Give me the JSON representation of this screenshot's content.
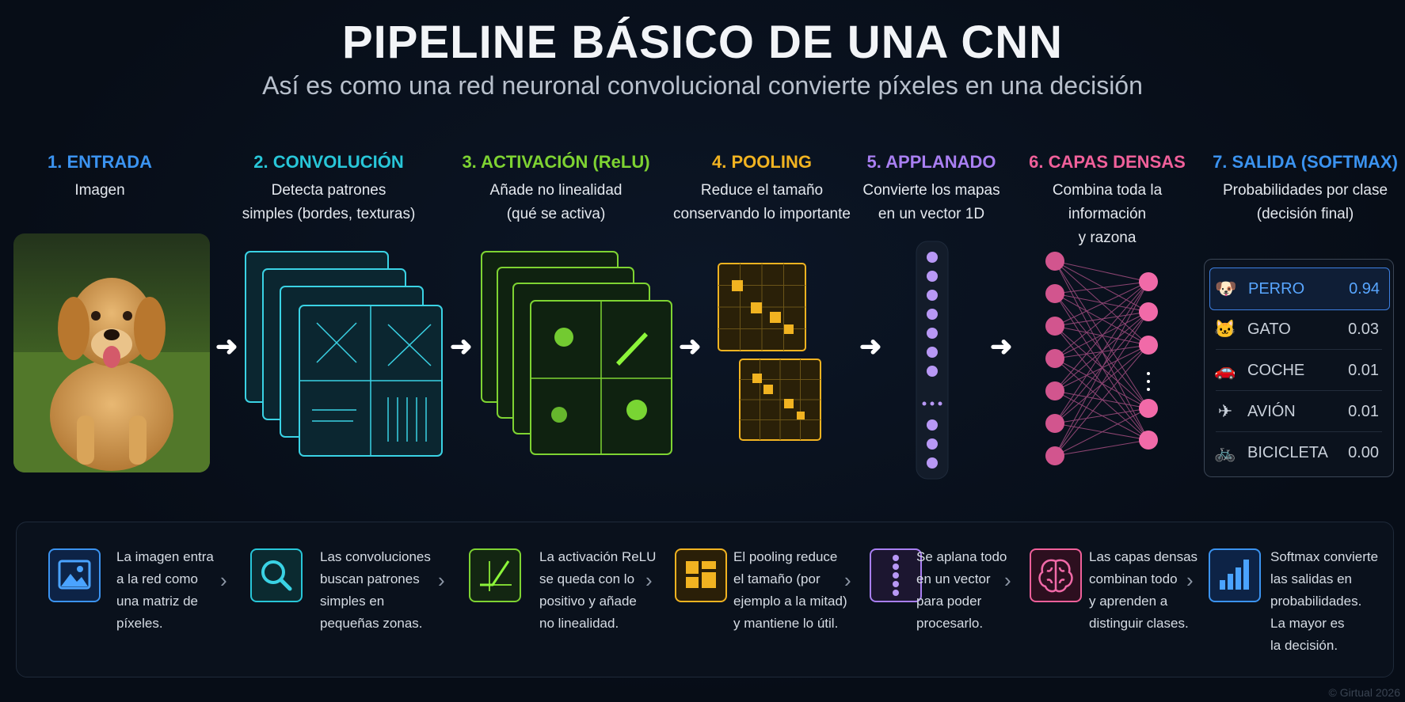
{
  "title": "PIPELINE BÁSICO DE UNA CNN",
  "subtitle": "Así es como una red neuronal convolucional convierte píxeles en una decisión",
  "stages": [
    {
      "title": "1. ENTRADA",
      "desc": "Imagen",
      "color": "#3b93f0"
    },
    {
      "title": "2. CONVOLUCIÓN",
      "desc": "Detecta patrones\nsimples (bordes, texturas)",
      "color": "#28c6d8"
    },
    {
      "title": "3. ACTIVACIÓN (ReLU)",
      "desc": "Añade no linealidad\n(qué se activa)",
      "color": "#7ed332"
    },
    {
      "title": "4. POOLING",
      "desc": "Reduce el tamaño\nconservando lo importante",
      "color": "#f1b321"
    },
    {
      "title": "5. APPLANADO",
      "desc": "Convierte los mapas\nen un vector 1D",
      "color": "#a97ff2"
    },
    {
      "title": "6. CAPAS DENSAS",
      "desc": "Combina toda la información\ny razona",
      "color": "#f0609a"
    },
    {
      "title": "7. SALIDA (SOFTMAX)",
      "desc": "Probabilidades por clase\n(decisión final)",
      "color": "#3b93f0"
    }
  ],
  "output": {
    "classes": [
      {
        "icon": "🐶",
        "label": "PERRO",
        "value": "0.94",
        "selected": true
      },
      {
        "icon": "🐱",
        "label": "GATO",
        "value": "0.03"
      },
      {
        "icon": "🚗",
        "label": "COCHE",
        "value": "0.01"
      },
      {
        "icon": "✈",
        "label": "AVIÓN",
        "value": "0.01"
      },
      {
        "icon": "🚲",
        "label": "BICICLETA",
        "value": "0.00"
      }
    ]
  },
  "bottom": [
    {
      "text": "La imagen entra\na la red como\nuna matriz de\npíxeles.",
      "color": "#3b93f0",
      "icon": "image-icon"
    },
    {
      "text": "Las convoluciones\nbuscan patrones\nsimples en\npequeñas zonas.",
      "color": "#28c6d8",
      "icon": "magnifier-icon"
    },
    {
      "text": "La activación ReLU\nse queda con lo\npositivo y añade\nno linealidad.",
      "color": "#7ed332",
      "icon": "relu-graph-icon"
    },
    {
      "text": "El pooling reduce\nel tamaño (por\nejemplo a la mitad)\ny mantiene lo útil.",
      "color": "#f1b321",
      "icon": "pooling-blocks-icon"
    },
    {
      "text": "Se aplana todo\nen un vector\npara poder\nprocesarlo.",
      "color": "#a97ff2",
      "icon": "vector-dots-icon"
    },
    {
      "text": "Las capas densas\ncombinan todo\ny aprenden a\ndistinguir clases.",
      "color": "#f0609a",
      "icon": "brain-icon"
    },
    {
      "text": "Softmax convierte\nlas salidas en\nprobabilidades.\nLa mayor es\nla decisión.",
      "color": "#3b93f0",
      "icon": "bar-chart-icon"
    }
  ],
  "footer": "© Girtual 2026"
}
